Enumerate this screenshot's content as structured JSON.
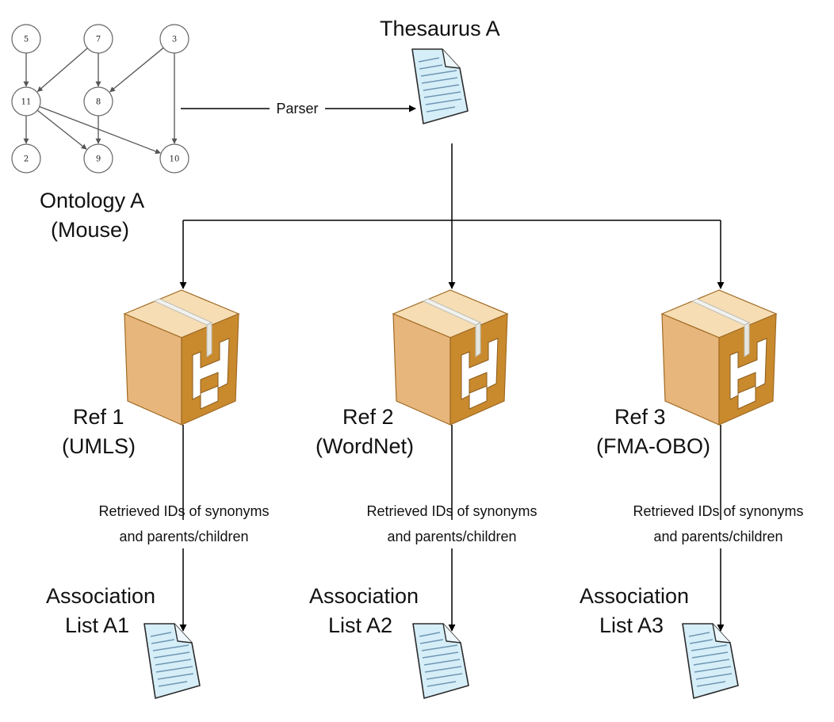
{
  "ontology": {
    "nodes": [
      "5",
      "7",
      "3",
      "11",
      "8",
      "2",
      "9",
      "10"
    ],
    "edges": [
      [
        "5",
        "11"
      ],
      [
        "7",
        "11"
      ],
      [
        "7",
        "8"
      ],
      [
        "3",
        "8"
      ],
      [
        "3",
        "10"
      ],
      [
        "11",
        "2"
      ],
      [
        "11",
        "9"
      ],
      [
        "11",
        "10"
      ],
      [
        "8",
        "9"
      ]
    ],
    "title_line1": "Ontology A",
    "title_line2": "(Mouse)"
  },
  "parser_label": "Parser",
  "thesaurus_label": "Thesaurus A",
  "references": [
    {
      "name": "Ref 1",
      "source": "(UMLS)",
      "retrieval_line1": "Retrieved IDs of synonyms",
      "retrieval_line2": "and parents/children",
      "list_line1": "Association",
      "list_line2": "List A1"
    },
    {
      "name": "Ref 2",
      "source": "(WordNet)",
      "retrieval_line1": "Retrieved IDs of synonyms",
      "retrieval_line2": "and parents/children",
      "list_line1": "Association",
      "list_line2": "List A2"
    },
    {
      "name": "Ref 3",
      "source": "(FMA-OBO)",
      "retrieval_line1": "Retrieved IDs of synonyms",
      "retrieval_line2": "and parents/children",
      "list_line1": "Association",
      "list_line2": "List A3"
    }
  ],
  "colors": {
    "document_fill": "#d6eef8",
    "document_stroke": "#2b2b2b",
    "document_lines": "#6f97b3",
    "box_front": "#e7b67c",
    "box_side": "#c98a2e",
    "box_top": "#f6ddb4",
    "box_tape": "#f1f1ee"
  }
}
